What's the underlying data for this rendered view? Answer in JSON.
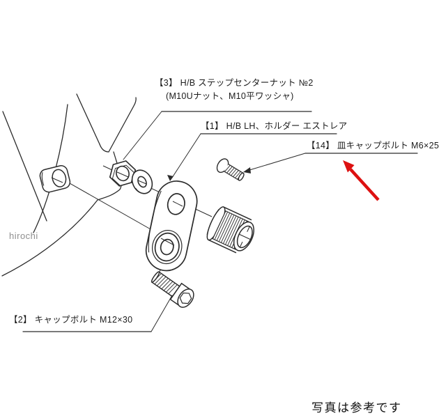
{
  "diagram": {
    "title_note": "写真は参考です",
    "watermark": "hirochi",
    "labels": {
      "part3_line1": "【3】 H/B ステップセンターナット №2",
      "part3_line2": "(M10Uナット、M10平ワッシャ)",
      "part1": "【1】 H/B LH、ホルダー エストレア",
      "part14": "【14】 皿キャップボルト M6×25",
      "part2": "【2】 キャップボルト M12×30"
    },
    "parts": [
      {
        "id": "frame-outline",
        "desc": "motorcycle frame lines"
      },
      {
        "id": "frame-mount-boss",
        "desc": "mount boss on frame"
      },
      {
        "id": "hex-nut",
        "desc": "M10 U-nut"
      },
      {
        "id": "flat-washer",
        "desc": "M10 flat washer"
      },
      {
        "id": "step-holder-plate",
        "desc": "H/B LH holder plate"
      },
      {
        "id": "step-joint-spline",
        "desc": "splined step joint"
      },
      {
        "id": "flat-head-screw",
        "desc": "countersunk cap bolt M6x25"
      },
      {
        "id": "cap-bolt",
        "desc": "socket cap bolt M12x30"
      }
    ],
    "colors": {
      "line": "#2b2b2b",
      "arrow": "#dd1111",
      "watermark": "#8f8f8f"
    }
  }
}
